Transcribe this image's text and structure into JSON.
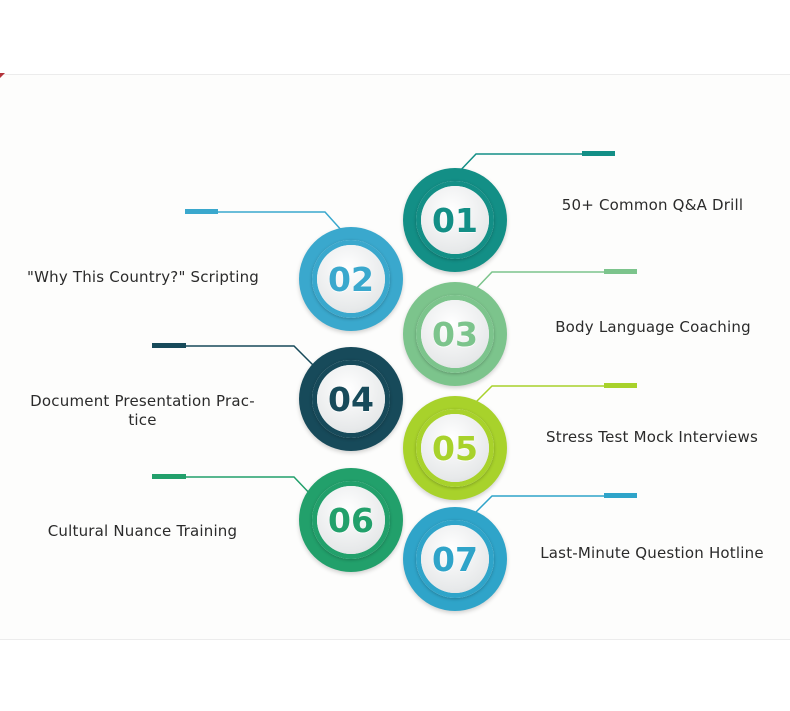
{
  "items": [
    {
      "number": "01",
      "label": "50+ Common Q&A Drill",
      "color": "#138f86"
    },
    {
      "number": "02",
      "label": "\"Why This Country?\" Scripting",
      "color": "#3aa8cd"
    },
    {
      "number": "03",
      "label": "Body Language Coaching",
      "color": "#7cc48c"
    },
    {
      "number": "04",
      "label": "Document Presentation Prac-\ntice",
      "color": "#174a5a"
    },
    {
      "number": "05",
      "label": "Stress Test Mock Interviews",
      "color": "#a8d22b"
    },
    {
      "number": "06",
      "label": "Cultural Nuance Training",
      "color": "#22a06b"
    },
    {
      "number": "07",
      "label": "Last-Minute Question Hotline",
      "color": "#2fa4c9"
    }
  ]
}
